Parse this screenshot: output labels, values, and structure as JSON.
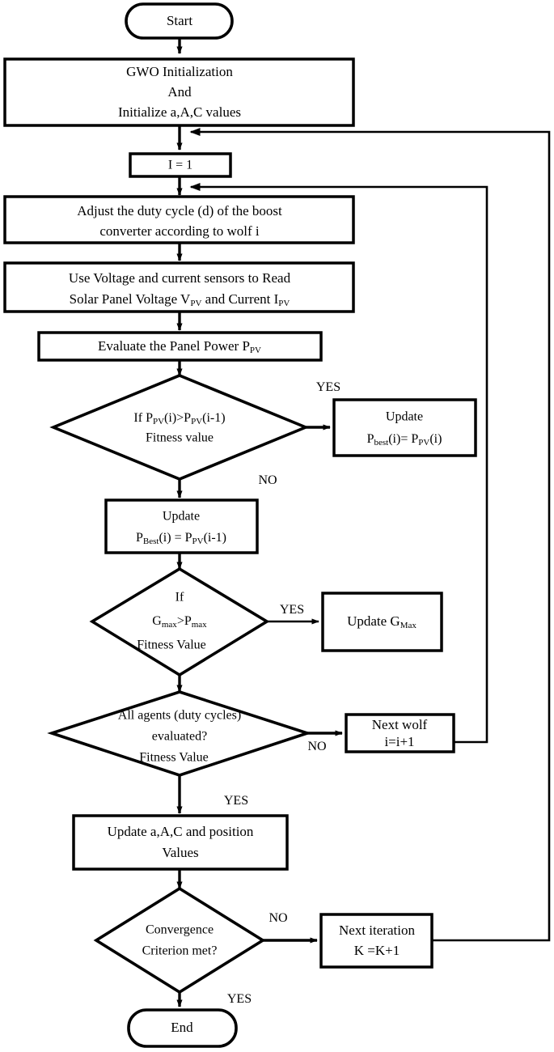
{
  "diagram": {
    "title": "GWO based MPPT flowchart",
    "background_color": "#ffffff",
    "line_color": "#000000"
  },
  "nodes": {
    "start": {
      "label": "Start",
      "shape": "terminator"
    },
    "init": {
      "line1": "GWO Initialization",
      "line2": "And",
      "line3": "Initialize a,A,C values",
      "shape": "process"
    },
    "iter_init": {
      "label": "I = 1",
      "shape": "process"
    },
    "adjust_duty": {
      "line1": "Adjust the duty cycle (d) of the boost",
      "line2": "converter according to wolf i",
      "shape": "process"
    },
    "read_sensors": {
      "line1": "Use Voltage and current sensors to Read",
      "line2_a": "Solar Panel Voltage V",
      "line2_sub1": "PV",
      "line2_b": " and Current  I",
      "line2_sub2": "PV",
      "shape": "process"
    },
    "evaluate_power": {
      "text_a": "Evaluate the Panel Power P",
      "text_sub": "PV",
      "shape": "process"
    },
    "decision_fitness": {
      "line1_a": "If P",
      "line1_sub1": "PV",
      "line1_b": "(i)>P",
      "line1_sub2": "PV",
      "line1_c": "(i-1)",
      "line2": "Fitness value",
      "shape": "decision"
    },
    "update_pbest_yes": {
      "line1": "Update",
      "line2_a": "P",
      "line2_sub": "best",
      "line2_b": "(i)= P",
      "line2_sub2": "PV",
      "line2_c": "(i)",
      "shape": "process"
    },
    "update_pbest_no": {
      "line1": "Update",
      "line2_a": "P",
      "line2_sub": "Best",
      "line2_b": "(i) = P",
      "line2_sub2": "PV",
      "line2_c": "(i-1)",
      "shape": "process"
    },
    "decision_gmax": {
      "line1": "If",
      "line2_a": "G",
      "line2_sub1": "max",
      "line2_b": ">P",
      "line2_sub2": "max",
      "line3": "Fitness Value",
      "shape": "decision"
    },
    "update_gmax": {
      "text_a": "Update G",
      "text_sub": "Max",
      "shape": "process"
    },
    "decision_agents": {
      "line1": "All agents (duty cycles)",
      "line2": "evaluated?",
      "line3": "Fitness Value",
      "shape": "decision"
    },
    "next_wolf": {
      "line1": "Next wolf",
      "line2": "i=i+1",
      "shape": "process"
    },
    "update_aac": {
      "line1": "Update a,A,C and position",
      "line2": "Values",
      "shape": "process"
    },
    "decision_convergence": {
      "line1": "Convergence",
      "line2": "Criterion met?",
      "shape": "decision"
    },
    "next_iteration": {
      "line1": "Next iteration",
      "line2": "K =K+1",
      "shape": "process"
    },
    "end": {
      "label": "End",
      "shape": "terminator"
    }
  },
  "edge_labels": {
    "fitness_yes": "YES",
    "fitness_no": "NO",
    "gmax_yes": "YES",
    "agents_no": "NO",
    "agents_yes": "YES",
    "convergence_no": "NO",
    "convergence_yes": "YES"
  }
}
